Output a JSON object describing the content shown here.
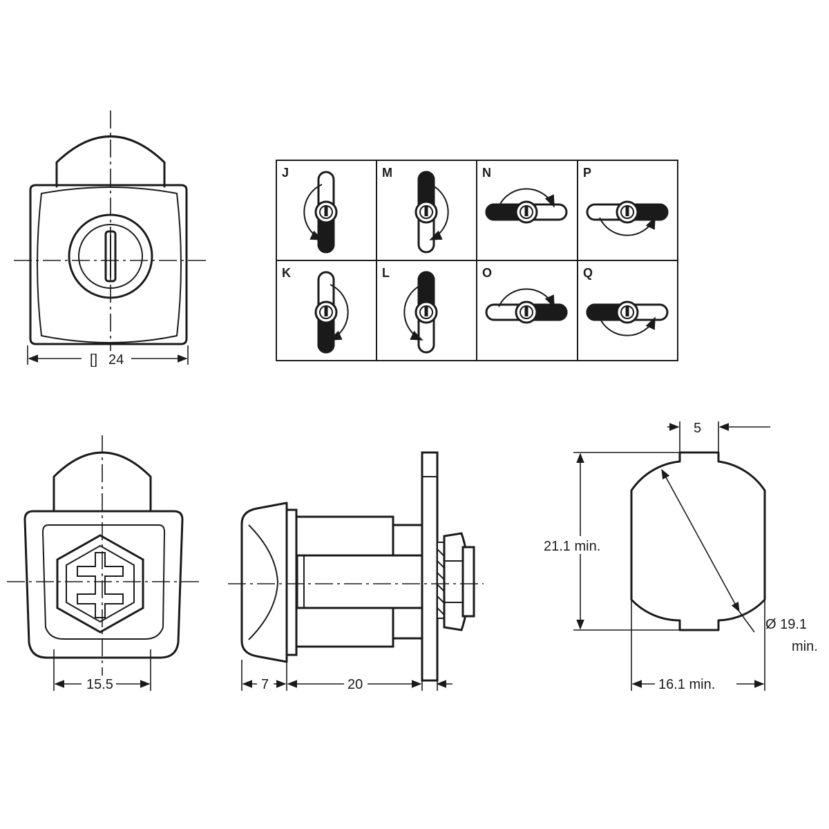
{
  "front_view": {
    "width_dim": "24",
    "square_symbol": "[]"
  },
  "cam_positions": {
    "letters": [
      "J",
      "M",
      "N",
      "P",
      "K",
      "L",
      "O",
      "Q"
    ]
  },
  "rear_view": {
    "width_dim": "15.5"
  },
  "side_view": {
    "dim_a": "7",
    "dim_b": "20"
  },
  "cutout": {
    "top_dim": "5",
    "height_dim": "21.1 min.",
    "diameter_dim": "Ø 19.1",
    "diameter_note": "min.",
    "width_dim": "16.1 min."
  }
}
